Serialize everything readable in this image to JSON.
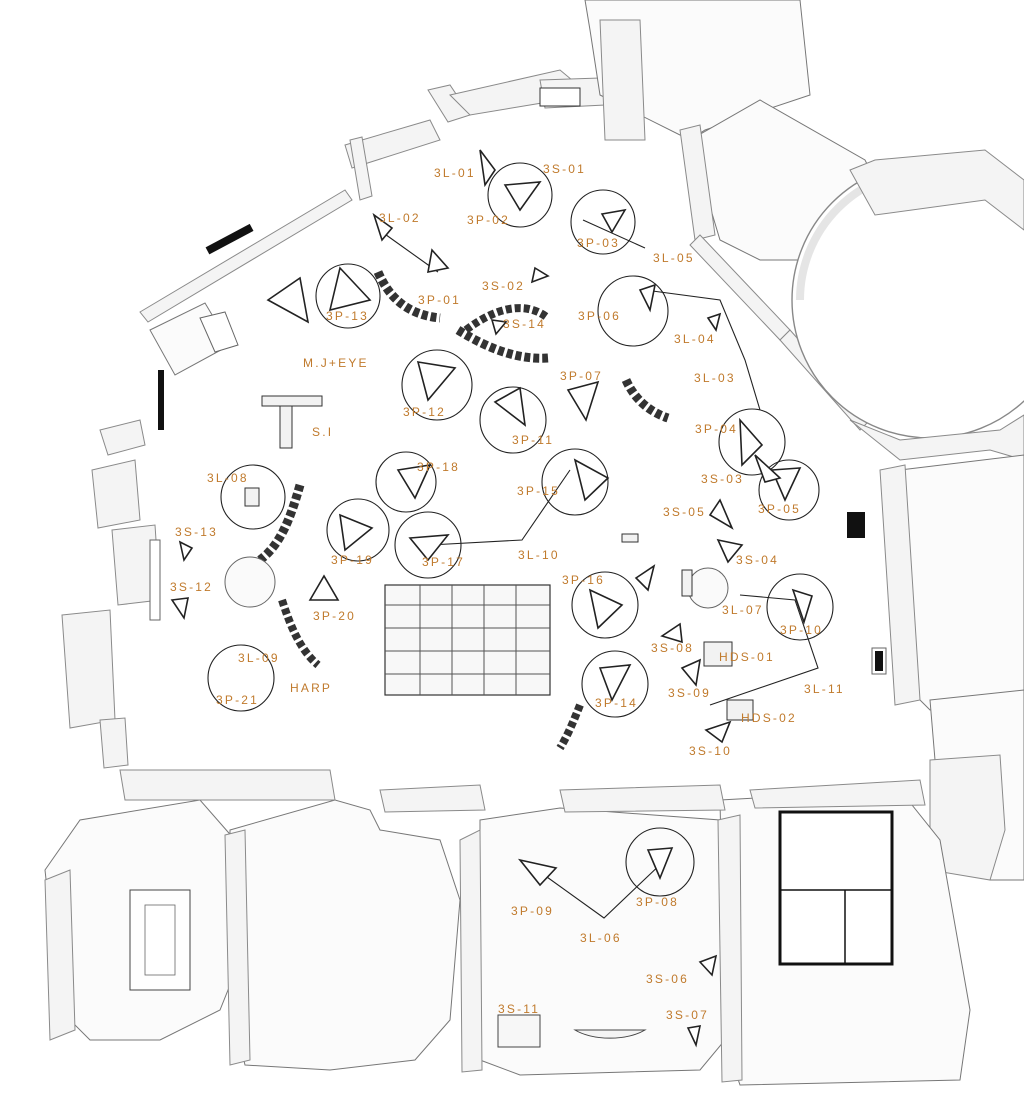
{
  "labels": {
    "l_3L01": "3L-01",
    "l_3S01": "3S-01",
    "l_3L02": "3L-02",
    "l_3P02": "3P-02",
    "l_3P03": "3P-03",
    "l_3L05": "3L-05",
    "l_3S02": "3S-02",
    "l_3P01": "3P-01",
    "l_3P13": "3P-13",
    "l_3S14": "3S-14",
    "l_3P06": "3P-06",
    "l_3L04": "3L-04",
    "l_MJEYE": "M.J+EYE",
    "l_3P07": "3P-07",
    "l_3L03": "3L-03",
    "l_3P12": "3P-12",
    "l_3P11": "3P-11",
    "l_SI": "S.I",
    "l_3P04": "3P-04",
    "l_3P18": "3P-18",
    "l_3L08": "3L-08",
    "l_3P15": "3P-15",
    "l_3S03": "3S-03",
    "l_3P05": "3P-05",
    "l_3S05": "3S-05",
    "l_3S13": "3S-13",
    "l_3P19": "3P-19",
    "l_3P17": "3P-17",
    "l_3L10": "3L-10",
    "l_3S04": "3S-04",
    "l_3S12": "3S-12",
    "l_3P16": "3P-16",
    "l_3P20": "3P-20",
    "l_3L07": "3L-07",
    "l_3P10": "3P-10",
    "l_3S08": "3S-08",
    "l_HDS01": "HDS-01",
    "l_3L09": "3L-09",
    "l_HARP": "HARP",
    "l_3P21": "3P-21",
    "l_3S09": "3S-09",
    "l_3L11": "3L-11",
    "l_3P14": "3P-14",
    "l_HDS02": "HDS-02",
    "l_3S10": "3S-10",
    "l_3P09": "3P-09",
    "l_3P08": "3P-08",
    "l_3L06": "3L-06",
    "l_3S06": "3S-06",
    "l_3S11": "3S-11",
    "l_3S07": "3S-07"
  },
  "colors": {
    "label": "#c07a2c",
    "line": "#222222",
    "wall": "#8a8a8a"
  }
}
